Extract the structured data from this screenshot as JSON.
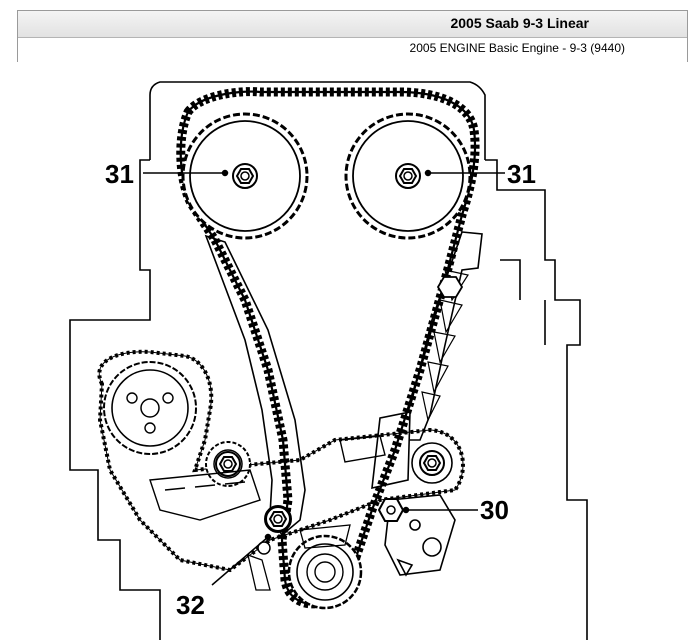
{
  "header": {
    "title": "2005 Saab 9-3 Linear",
    "subtitle": "2005 ENGINE Basic Engine - 9-3 (9440)"
  },
  "callouts": {
    "left_cam": "31",
    "right_cam": "31",
    "tensioner_bolt": "30",
    "guide_bolt": "32"
  }
}
